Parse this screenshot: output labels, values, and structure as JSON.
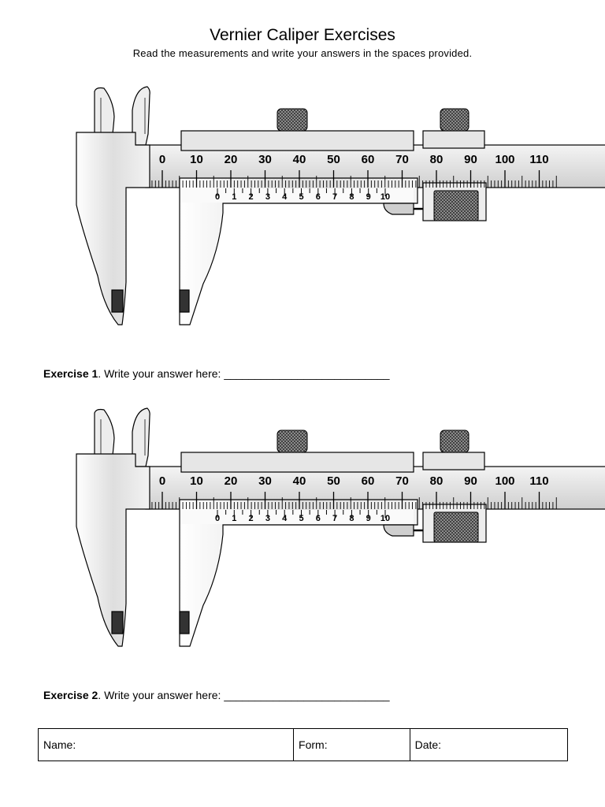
{
  "header": {
    "title": "Vernier Caliper Exercises",
    "subtitle": "Read the measurements and write your answers in the spaces provided."
  },
  "caliper": {
    "main_scale_labels": [
      "0",
      "10",
      "20",
      "30",
      "40",
      "50",
      "60",
      "70",
      "80",
      "90",
      "100",
      "110"
    ],
    "vernier_scale_labels": [
      "0",
      "1",
      "2",
      "3",
      "4",
      "5",
      "6",
      "7",
      "8",
      "9",
      "10"
    ]
  },
  "exercises": [
    {
      "label": "Exercise 1",
      "prompt": ".  Write your answer here:",
      "blank": "___________________________"
    },
    {
      "label": "Exercise 2",
      "prompt": ".  Write your answer here:",
      "blank": "___________________________"
    }
  ],
  "form": {
    "name_label": "Name:",
    "form_label": "Form:",
    "date_label": "Date:"
  }
}
